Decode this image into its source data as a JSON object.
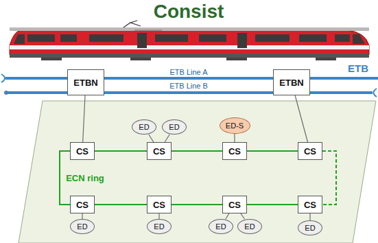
{
  "diagram": {
    "title": "Consist",
    "nodes": [
      {
        "text": [
          "ETBN"
        ]
      },
      {
        "text": [
          "ETBN"
        ]
      },
      {
        "text": [
          "ED"
        ]
      },
      {
        "text": [
          "ED"
        ]
      },
      {
        "text": [
          "ED-S"
        ]
      },
      {
        "text": [
          "CS"
        ]
      },
      {
        "text": [
          "CS"
        ]
      },
      {
        "text": [
          "CS"
        ]
      },
      {
        "text": [
          "CS"
        ]
      },
      {
        "text": [
          "CS"
        ]
      },
      {
        "text": [
          "CS"
        ]
      },
      {
        "text": [
          "CS"
        ]
      },
      {
        "text": [
          "CS"
        ]
      },
      {
        "text": [
          "ED"
        ]
      },
      {
        "text": [
          "ED"
        ]
      },
      {
        "text": [
          "ED"
        ]
      },
      {
        "text": [
          "ED"
        ]
      },
      {
        "text": [
          "ED"
        ]
      }
    ],
    "edges": [
      {
        "from": 0,
        "to": 5,
        "arrow": "none"
      },
      {
        "from": 1,
        "to": 8,
        "arrow": "none"
      },
      {
        "from": 2,
        "to": 6,
        "arrow": "none"
      },
      {
        "from": 3,
        "to": 6,
        "arrow": "none"
      },
      {
        "from": 4,
        "to": 7,
        "arrow": "none"
      },
      {
        "from": 5,
        "to": 6,
        "arrow": "none"
      },
      {
        "from": 6,
        "to": 7,
        "arrow": "none"
      },
      {
        "from": 7,
        "to": 8,
        "arrow": "none"
      },
      {
        "from": 5,
        "to": 9,
        "arrow": "none"
      },
      {
        "from": 9,
        "to": 10,
        "arrow": "none"
      },
      {
        "from": 10,
        "to": 11,
        "arrow": "none"
      },
      {
        "from": 11,
        "to": 12,
        "arrow": "none"
      },
      {
        "from": 8,
        "to": 12,
        "arrow": "none"
      },
      {
        "from": 9,
        "to": 13,
        "arrow": "none"
      },
      {
        "from": 10,
        "to": 14,
        "arrow": "none"
      },
      {
        "from": 11,
        "to": 15,
        "arrow": "none"
      },
      {
        "from": 11,
        "to": 16,
        "arrow": "none"
      },
      {
        "from": 12,
        "to": 17,
        "arrow": "none"
      }
    ],
    "labels": [
      "ETB Line A",
      "ETB Line B",
      "ETB",
      "ECN ring"
    ]
  }
}
